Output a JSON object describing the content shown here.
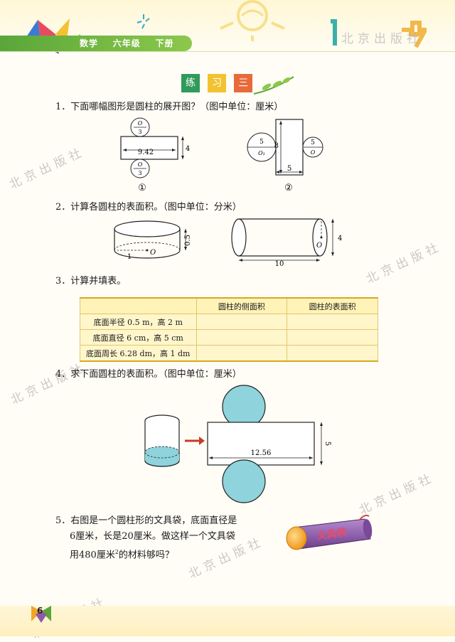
{
  "header": {
    "book": "数学",
    "grade": "六年级",
    "term": "下册"
  },
  "section_title": [
    "练",
    "习",
    "三"
  ],
  "watermark": "北京出版社",
  "q1": {
    "text": "1．下面哪幅图形是圆柱的展开图？（图中单位：厘米）",
    "fig1": {
      "circle_num": "O",
      "circle_den": "3",
      "width": "9.42",
      "height": "4",
      "label": "①"
    },
    "fig2": {
      "r1": "5",
      "o1": "O₁",
      "height": "8",
      "width": "5",
      "r2": "5",
      "o2": "O",
      "label": "②"
    }
  },
  "q2": {
    "text": "2．计算各圆柱的表面积。（图中单位：分米）",
    "cyl1": {
      "r": "1",
      "o": "O",
      "h": "0.5"
    },
    "cyl2": {
      "len": "10",
      "d": "4",
      "o": "O"
    }
  },
  "q3": {
    "text": "3．计算并填表。",
    "headers": [
      "",
      "圆柱的侧面积",
      "圆柱的表面积"
    ],
    "rows": [
      "底面半径 0.5 m，高 2 m",
      "底面直径 6 cm，高 5 cm",
      "底面周长 6.28 dm，高 1 dm"
    ]
  },
  "q4": {
    "text": "4．求下面圆柱的表面积。（图中单位：厘米）",
    "width": "12.56",
    "height": "5"
  },
  "q5": {
    "line1": "5．右图是一个圆柱形的文具袋，底面直径是",
    "line2": "6厘米，长是20厘米。做这样一个文具袋",
    "line3_a": "用480厘米",
    "line3_sup": "2",
    "line3_b": "的材料够吗？",
    "bag_label": "文具袋"
  },
  "page_number": "6",
  "colors": {
    "green": "#5aa63a",
    "cyan": "#8fd3dc",
    "purple": "#8e5aa8",
    "orange": "#f2a32a"
  }
}
